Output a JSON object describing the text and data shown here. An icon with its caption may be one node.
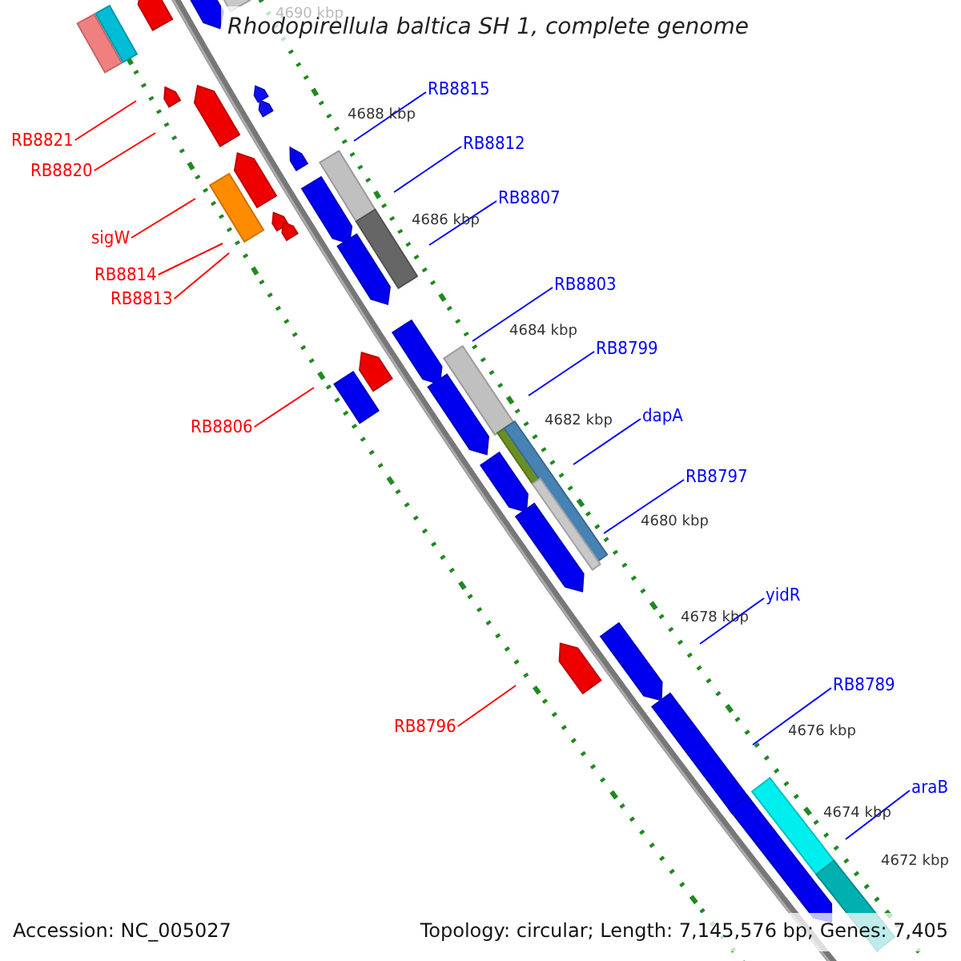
{
  "diagram": {
    "title": "Rhodopirellula baltica SH 1, complete genome",
    "nodes": [
      {
        "text": [
          "RB8815"
        ]
      },
      {
        "text": [
          "RB8821"
        ]
      },
      {
        "text": [
          "RB8812"
        ]
      },
      {
        "text": [
          "RB8820"
        ]
      },
      {
        "text": [
          "RB8807"
        ]
      },
      {
        "text": [
          "sigW"
        ]
      },
      {
        "text": [
          "RB8814"
        ]
      },
      {
        "text": [
          "RB8803"
        ]
      },
      {
        "text": [
          "RB8813"
        ]
      },
      {
        "text": [
          "RB8799"
        ]
      },
      {
        "text": [
          "dapA"
        ]
      },
      {
        "text": [
          "RB8806"
        ]
      },
      {
        "text": [
          "RB8797"
        ]
      },
      {
        "text": [
          "yidR"
        ]
      },
      {
        "text": [
          "RB8789"
        ]
      },
      {
        "text": [
          "RB8796"
        ]
      },
      {
        "text": [
          "araB"
        ]
      }
    ],
    "edges": [
      {
        "from": 0,
        "to": null,
        "arrow": "none"
      },
      {
        "from": 1,
        "to": null,
        "arrow": "none",
        "color": "#ff0000"
      },
      {
        "from": 2,
        "to": null,
        "arrow": "none"
      },
      {
        "from": 3,
        "to": null,
        "arrow": "none",
        "color": "#ff0000"
      },
      {
        "from": 4,
        "to": null,
        "arrow": "none"
      },
      {
        "from": 5,
        "to": null,
        "arrow": "none",
        "color": "#ff0000"
      },
      {
        "from": 6,
        "to": null,
        "arrow": "none",
        "color": "#ff0000"
      },
      {
        "from": 7,
        "to": null,
        "arrow": "none"
      },
      {
        "from": 8,
        "to": null,
        "arrow": "none",
        "color": "#ff0000"
      },
      {
        "from": 9,
        "to": null,
        "arrow": "none"
      },
      {
        "from": 10,
        "to": null,
        "arrow": "none"
      },
      {
        "from": 11,
        "to": null,
        "arrow": "none",
        "color": "#ff0000"
      },
      {
        "from": 12,
        "to": null,
        "arrow": "none"
      },
      {
        "from": 13,
        "to": null,
        "arrow": "none"
      },
      {
        "from": 14,
        "to": null,
        "arrow": "none"
      },
      {
        "from": 15,
        "to": null,
        "arrow": "none",
        "color": "#ff0000"
      },
      {
        "from": 16,
        "to": null,
        "arrow": "none"
      }
    ],
    "labels": [
      "4690 kbp",
      "4688 kbp",
      "4686 kbp",
      "4684 kbp",
      "4682 kbp",
      "4680 kbp",
      "4678 kbp",
      "4676 kbp",
      "4674 kbp",
      "4672 kbp",
      "Accession: NC_005027",
      "Topology: circular; Length: 7,145,576 bp; Genes: 7,405"
    ]
  }
}
